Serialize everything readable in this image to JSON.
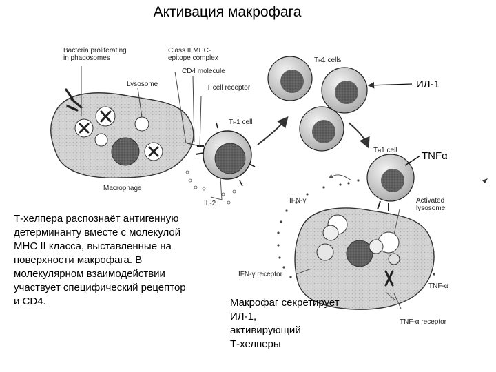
{
  "slide": {
    "title": "Активация макрофага",
    "left_paragraph": [
      "Т-хелпера распознаёт антигенную",
      "детерминанту вместе с молекулой",
      "МНС II класса, выставленные на",
      "поверхности макрофага. В",
      "молекулярном взаимодействии",
      "участвует специфический рецептор",
      "и CD4."
    ],
    "right_paragraph": [
      "Макрофаг секретирует",
      "ИЛ-1,",
      "активирующий",
      "Т-хелперы"
    ],
    "il1_label": "ИЛ-1",
    "tnf_label": "TNFα"
  },
  "figure": {
    "bacteria_label": [
      "Bacteria proliferating",
      "in phagosomes"
    ],
    "mhc_label": [
      "Class II MHC-",
      "epitope complex"
    ],
    "cd4_label": "CD4 molecule",
    "tcr_label": "T cell receptor",
    "lysosome_label": "Lysosome",
    "th1_cell_label": {
      "main": "T",
      "sub": "H",
      "rest": "1 cell"
    },
    "th1_cells_label": {
      "main": "T",
      "sub": "H",
      "rest": "1 cells"
    },
    "th1_cell_right_label": {
      "main": "T",
      "sub": "H",
      "rest": "1 cell"
    },
    "macrophage_label": "Macrophage",
    "il2_label": "IL-2",
    "ifn_label": "IFN-γ",
    "activated_lysosome_label": [
      "Activated",
      "lysosome"
    ],
    "ifn_receptor_label": "IFN-γ receptor",
    "tnf_alpha_label": "TNF-α",
    "tnf_receptor_label": "TNF-α receptor"
  }
}
